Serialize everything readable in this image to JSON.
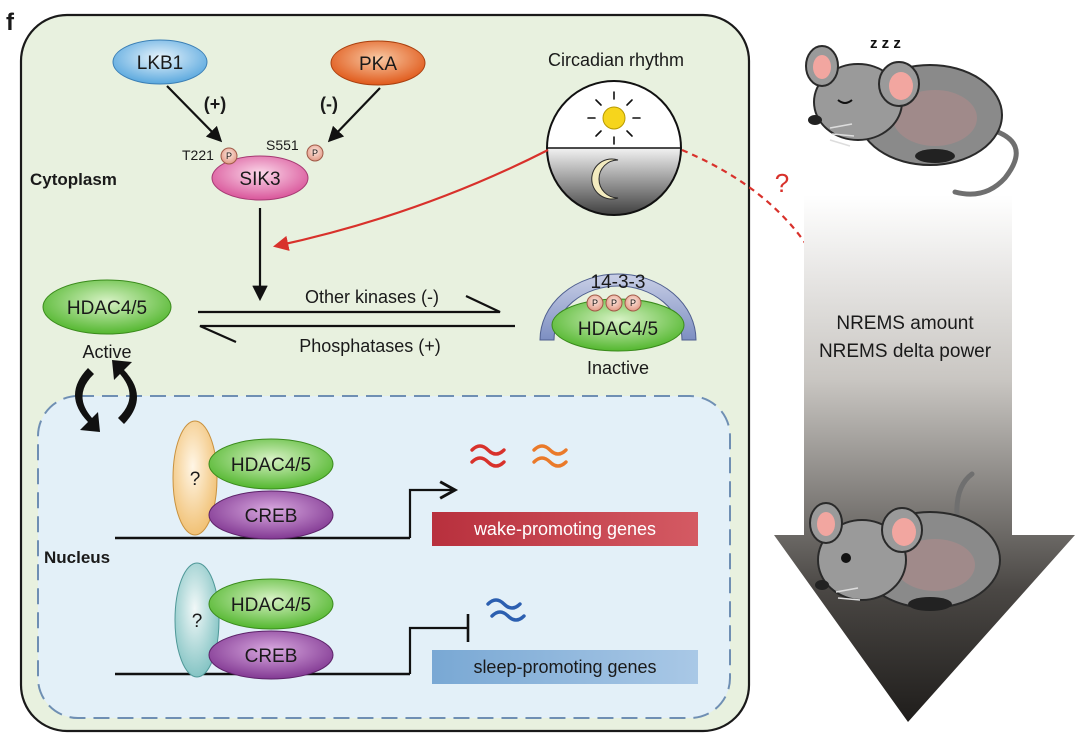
{
  "panel_letter": "f",
  "regions": {
    "cytoplasm": "Cytoplasm",
    "nucleus": "Nucleus"
  },
  "nodes": {
    "lkb1": "LKB1",
    "pka": "PKA",
    "sik3": "SIK3",
    "circadian": "Circadian rhythm",
    "hdac_active": "HDAC4/5",
    "hdac_inactive": "HDAC4/5",
    "protein_14_3_3": "14-3-3",
    "hdac_nuc1": "HDAC4/5",
    "hdac_nuc2": "HDAC4/5",
    "creb1": "CREB",
    "creb2": "CREB",
    "unknown1": "?",
    "unknown2": "?",
    "p_glyph": "P"
  },
  "edges": {
    "lkb1_sign": "(+)",
    "pka_sign": "(-)",
    "other_kinases": "Other kinases (-)",
    "phosphatases": "Phosphatases (+)",
    "question": "?"
  },
  "sites": {
    "t221": "T221",
    "s551": "S551"
  },
  "states": {
    "active": "Active",
    "inactive": "Inactive"
  },
  "genes": {
    "wake": "wake-promoting genes",
    "sleep": "sleep-promoting genes"
  },
  "outcome": {
    "line1": "NREMS amount",
    "line2": "NREMS delta power"
  },
  "colors": {
    "cell_bg": "#e8f1df",
    "nucleus_bg": "#e3f0f8",
    "lkb1": "#6fb6e6",
    "pka": "#e2661f",
    "sik3": "#e06aa8",
    "hdac": "#5fbf3a",
    "creb": "#8c3f9a",
    "wake_box": "#c43c4a",
    "sleep_box": "#7fb0da",
    "red_arrow": "#d8312b"
  }
}
